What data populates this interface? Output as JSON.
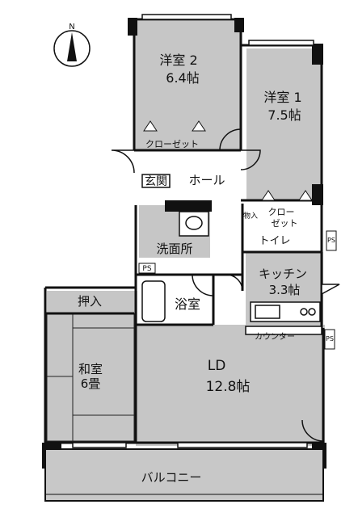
{
  "compass": {
    "north": "N"
  },
  "rooms": {
    "western2": {
      "name": "洋室 2",
      "size": "6.4帖"
    },
    "western1": {
      "name": "洋室 1",
      "size": "7.5帖"
    },
    "closet_a": {
      "name": "クローゼット"
    },
    "closet_b": {
      "name": "クロー\nゼット"
    },
    "entrance": {
      "name": "玄関"
    },
    "hall": {
      "name": "ホール"
    },
    "storage_small": {
      "name": "物入"
    },
    "toilet": {
      "name": "トイレ"
    },
    "washroom": {
      "name": "洗面所"
    },
    "kitchen": {
      "name": "キッチン",
      "size": "3.3帖"
    },
    "bath": {
      "name": "浴室"
    },
    "oshiire": {
      "name": "押入"
    },
    "japanese": {
      "name": "和室",
      "size": "6畳"
    },
    "ld": {
      "name": "LD",
      "size": "12.8帖"
    },
    "counter": {
      "name": "カウンター"
    },
    "balcony": {
      "name": "バルコニー"
    }
  },
  "ps_labels": [
    "PS",
    "PS",
    "PS"
  ]
}
